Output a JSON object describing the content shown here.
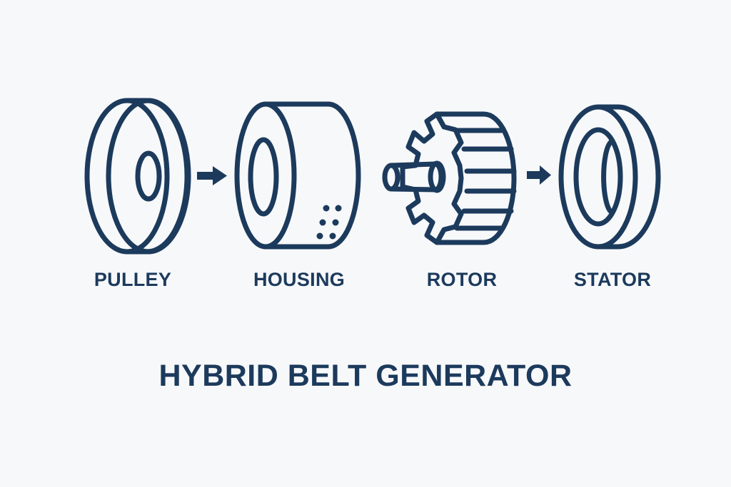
{
  "diagram": {
    "title": "HYBRID BELT GENERATOR",
    "stroke_color": "#1c3a5c",
    "background_color": "#f7f8fa",
    "components": [
      {
        "id": "pulley",
        "label": "PULLEY",
        "icon": "pulley-icon"
      },
      {
        "id": "housing",
        "label": "HOUSING",
        "icon": "housing-icon"
      },
      {
        "id": "rotor",
        "label": "ROTOR",
        "icon": "rotor-icon"
      },
      {
        "id": "stator",
        "label": "STATOR",
        "icon": "stator-icon"
      }
    ],
    "connectors": [
      {
        "from": "pulley",
        "to": "housing",
        "icon": "arrow-right-icon"
      },
      {
        "from": "rotor",
        "to": "stator",
        "icon": "arrow-right-icon"
      }
    ]
  }
}
